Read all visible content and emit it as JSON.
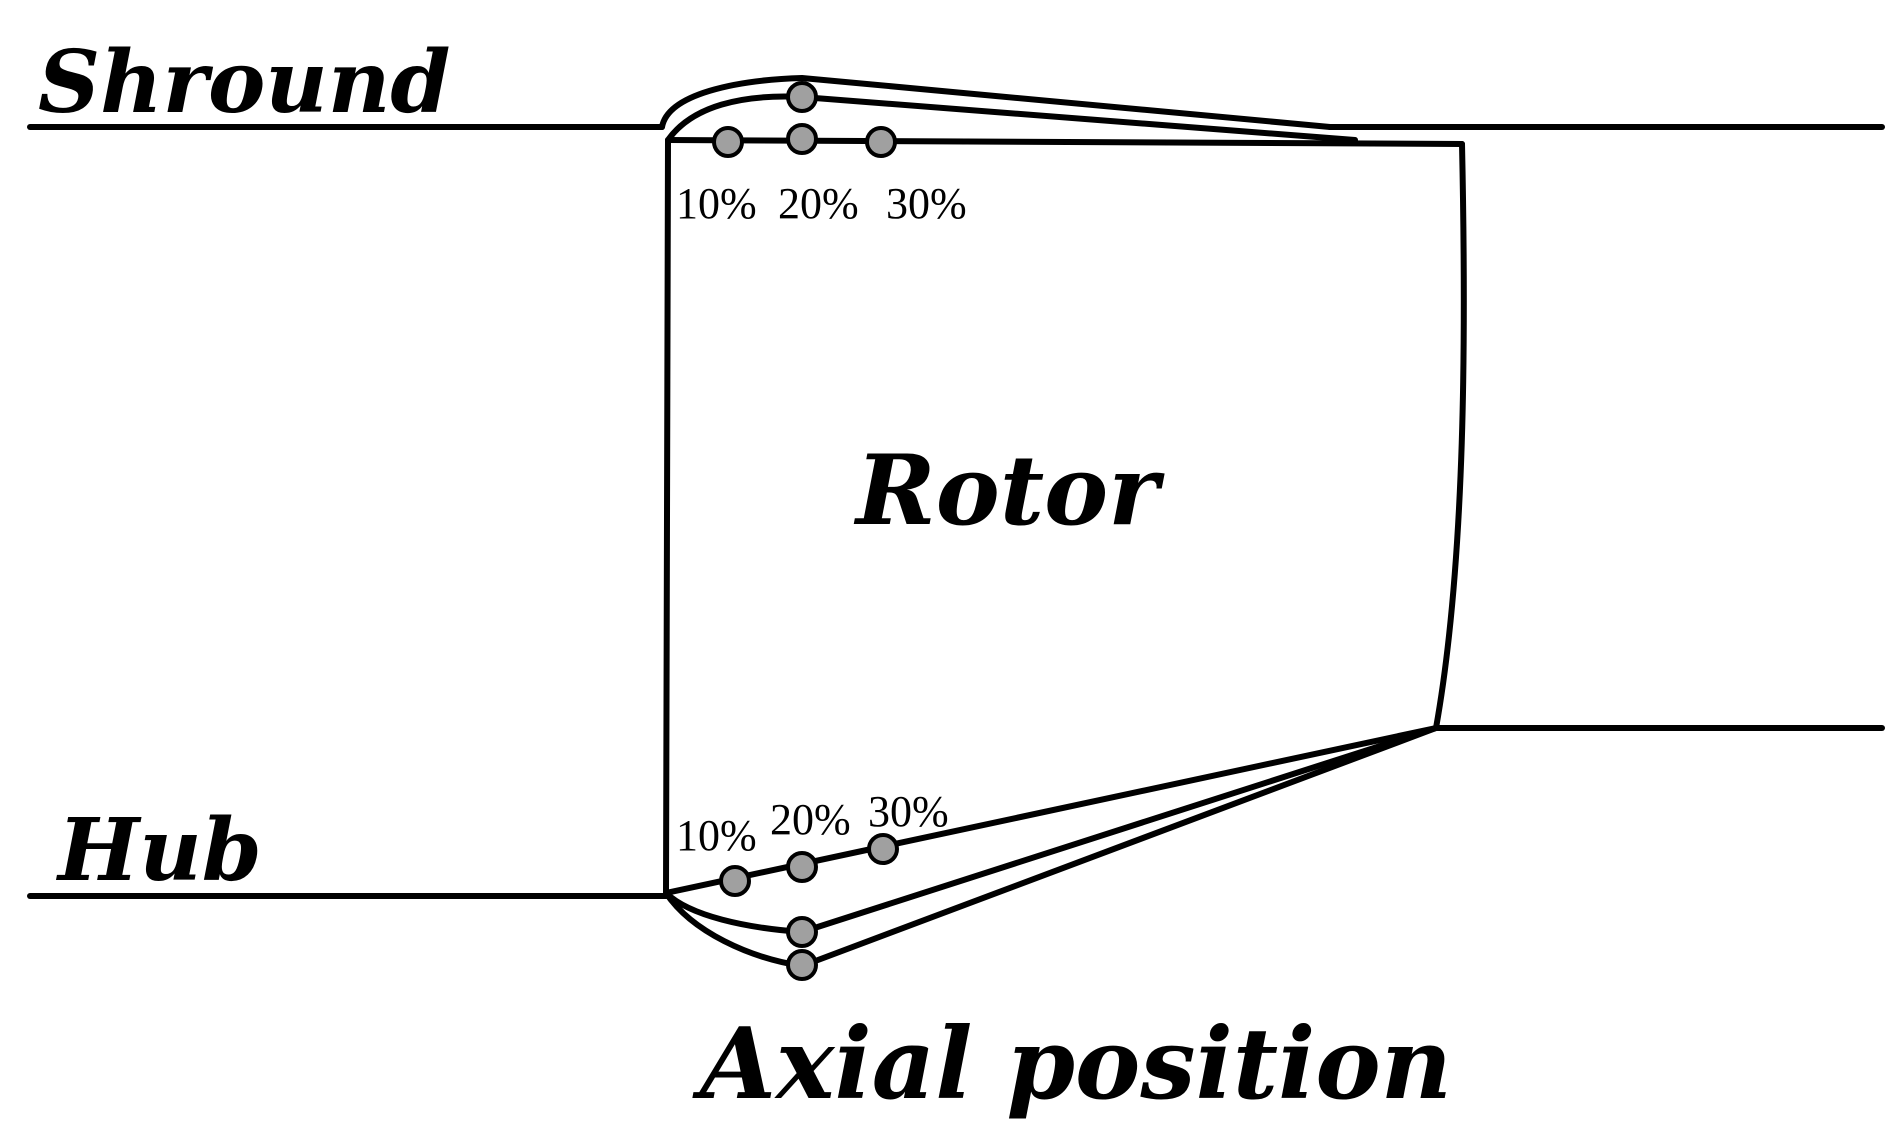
{
  "labels": {
    "shroud": "Shround",
    "hub": "Hub",
    "rotor": "Rotor",
    "axial_position": "Axial position"
  },
  "shroud_percent_labels": [
    "10%",
    "20%",
    "30%"
  ],
  "hub_percent_labels": [
    "10%",
    "20%",
    "30%"
  ],
  "colors": {
    "line": "#000000",
    "marker_fill": "#a0a0a0",
    "background": "#ffffff"
  }
}
